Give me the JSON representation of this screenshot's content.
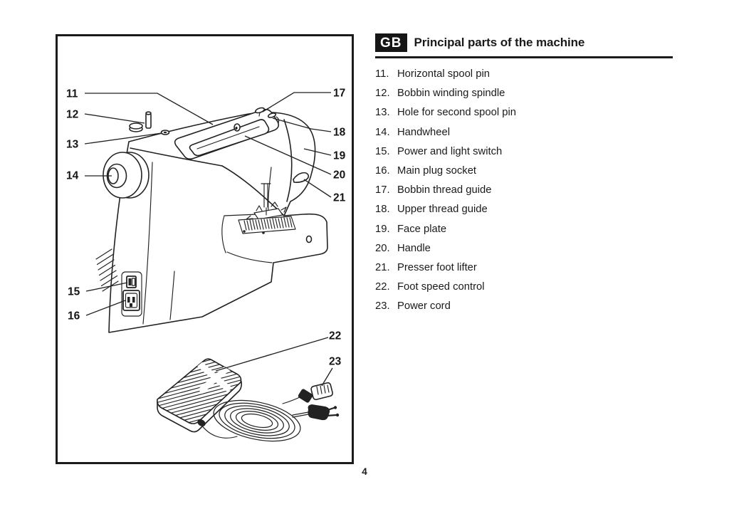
{
  "header": {
    "language_badge": "GB",
    "title": "Principal parts of the machine"
  },
  "parts_list": [
    {
      "num": "11.",
      "label": "Horizontal spool pin"
    },
    {
      "num": "12.",
      "label": "Bobbin winding spindle"
    },
    {
      "num": "13.",
      "label": "Hole for second spool pin"
    },
    {
      "num": "14.",
      "label": "Handwheel"
    },
    {
      "num": "15.",
      "label": "Power and light switch"
    },
    {
      "num": "16.",
      "label": "Main plug socket"
    },
    {
      "num": "17.",
      "label": "Bobbin thread guide"
    },
    {
      "num": "18.",
      "label": "Upper thread guide"
    },
    {
      "num": "19.",
      "label": "Face plate"
    },
    {
      "num": "20.",
      "label": "Handle"
    },
    {
      "num": "21.",
      "label": "Presser foot lifter"
    },
    {
      "num": "22.",
      "label": "Foot speed control"
    },
    {
      "num": "23.",
      "label": "Power cord"
    }
  ],
  "figure": {
    "callouts": [
      "11",
      "12",
      "13",
      "14",
      "15",
      "16",
      "17",
      "18",
      "19",
      "20",
      "21",
      "22",
      "23"
    ]
  },
  "page_number": "4",
  "colors": {
    "ink": "#1a1a1a",
    "line": "#222222",
    "paper": "#ffffff"
  }
}
